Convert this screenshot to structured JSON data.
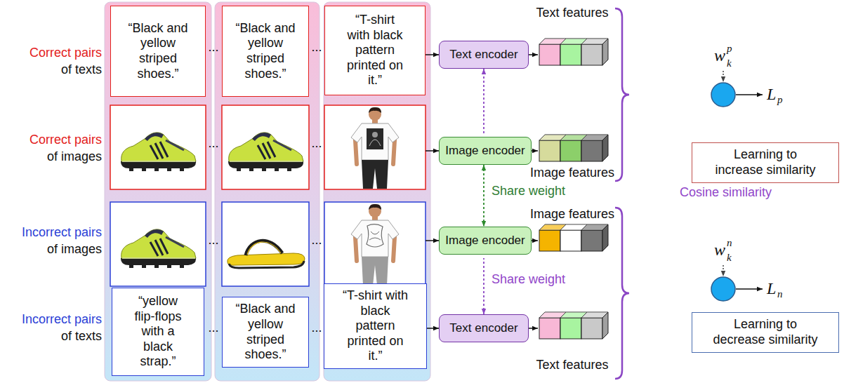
{
  "diagram": {
    "nodes": [
      {
        "text": [
          "“Black and yellow striped shoes.”"
        ]
      },
      {
        "text": [
          "“Black and yellow striped shoes.”"
        ]
      },
      {
        "text": [
          "“T-shirt with black pattern printed on it.”"
        ]
      },
      {
        "text": [
          "Text encoder"
        ]
      },
      {
        "text": [
          "Learning to increase similarity"
        ]
      },
      {
        "text": [
          "Image encoder"
        ]
      },
      {
        "text": [
          "Image encoder"
        ]
      },
      {
        "text": [
          "“yellow flip-flops with a black strap.”"
        ]
      },
      {
        "text": [
          "“Black and yellow striped shoes.”"
        ]
      },
      {
        "text": [
          "“T-shirt with black pattern printed on it.”"
        ]
      },
      {
        "text": [
          "Text encoder"
        ]
      },
      {
        "text": [
          "Learning to decrease similarity"
        ]
      }
    ],
    "edges": [
      {
        "from": 2,
        "to": 3,
        "arrow": "to"
      },
      {
        "from": 9,
        "to": 10,
        "arrow": "to"
      },
      {
        "from": 5,
        "to": 6,
        "arrow": "both",
        "label": "Share weight"
      },
      {
        "from": 10,
        "to": 3,
        "arrow": "both",
        "label": "Share weight"
      }
    ],
    "labels": [
      "Correct pairs",
      "of texts",
      "Correct pairs",
      "of images",
      "Incorrect pairs",
      "of images",
      "Incorrect pairs",
      "of texts",
      "...",
      "...",
      "...",
      "...",
      "...",
      "...",
      "...",
      "...",
      "Text features",
      "Image features",
      "Image features",
      "Text features",
      "w",
      "k",
      "p",
      "L",
      "p",
      "Cosine similarity",
      "w",
      "k",
      "n",
      "L",
      "n"
    ]
  }
}
